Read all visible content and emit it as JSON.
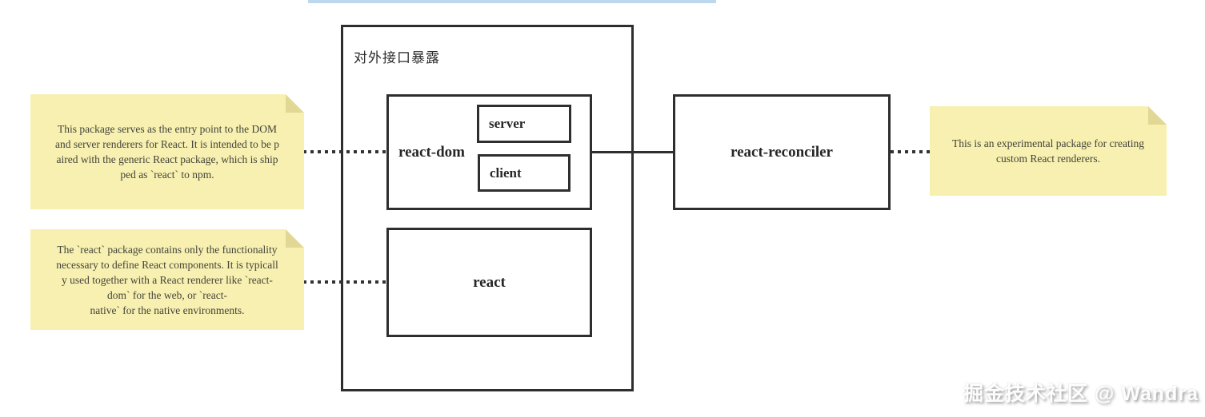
{
  "diagram": {
    "group_label": "对外接口暴露",
    "nodes": {
      "react_dom": {
        "label": "react-dom"
      },
      "server": {
        "label": "server"
      },
      "client": {
        "label": "client"
      },
      "react": {
        "label": "react"
      },
      "react_reconciler": {
        "label": "react-reconciler"
      }
    },
    "notes": {
      "react_dom_note": {
        "lines": [
          "This package serves as the entry point to the DOM",
          "and server renderers for React. It is intended to be p",
          "aired with the generic React package, which is ship",
          "ped as `react` to npm."
        ]
      },
      "react_note": {
        "lines": [
          "The `react` package contains only the functionality",
          "necessary to define React components. It is typicall",
          "y used together with a React renderer like `react-",
          "dom` for the web, or `react-",
          "native` for the native environments."
        ]
      },
      "react_reconciler_note": {
        "lines": [
          "This is an experimental package for creating",
          "custom React renderers."
        ]
      }
    },
    "watermark": "掘金技术社区 @ Wandra",
    "colors": {
      "note_bg": "#f7f0b0",
      "note_fold": "#e2d896",
      "line": "#2e2e2e",
      "top_accent": "#bdd7ee"
    }
  }
}
